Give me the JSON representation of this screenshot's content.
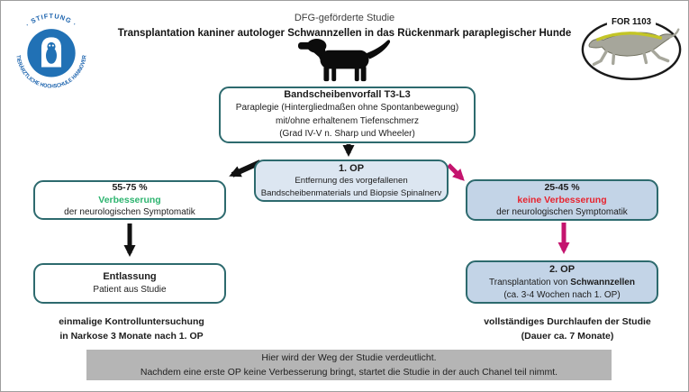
{
  "header": {
    "title_line1": "DFG-geförderte Studie",
    "title_line2": "Transplantation kaniner autologer Schwannzellen in das Rückenmark paraplegischer Hunde",
    "logo_left": {
      "ring_top": "· STIFTUNG ·",
      "ring_bottom": "TIERÄRZTLICHE HOCHSCHULE HANNOVER"
    },
    "logo_right": {
      "label": "FOR 1103"
    }
  },
  "flow": {
    "diagnosis": {
      "title": "Bandscheibenvorfall T3-L3",
      "line1": "Paraplegie (Hintergliedmaßen ohne Spontanbewegung)",
      "line2": "mit/ohne erhaltenem Tiefenschmerz",
      "line3": "(Grad IV-V n. Sharp und Wheeler)"
    },
    "op1": {
      "title": "1. OP",
      "line1": "Entfernung des vorgefallenen",
      "line2": "Bandscheibenmaterials und Biopsie Spinalnerv"
    },
    "improved": {
      "percent": "55-75 %",
      "status": "Verbesserung",
      "line": "der neurologischen Symptomatik"
    },
    "not_improved": {
      "percent": "25-45 %",
      "status": "keine Verbesserung",
      "line": "der neurologischen Symptomatik"
    },
    "discharge": {
      "title": "Entlassung",
      "line": "Patient aus Studie"
    },
    "op2": {
      "title": "2. OP",
      "line1_prefix": "Transplantation von ",
      "line1_bold": "Schwannzellen",
      "line2": "(ca. 3-4 Wochen nach 1. OP)"
    },
    "left_outcome_line1": "einmalige Kontrolluntersuchung",
    "left_outcome_line2": "in Narkose 3 Monate nach 1. OP",
    "right_outcome_line1": "vollständiges Durchlaufen der Studie",
    "right_outcome_line2": "(Dauer ca. 7 Monate)"
  },
  "footer_note": {
    "line1": "Hier wird der Weg der Studie verdeutlicht.",
    "line2": "Nachdem eine erste OP keine Verbesserung bringt, startet die Studie in der auch Chanel teil nimmt."
  },
  "icons": {
    "left_logo": "tiho-university-seal",
    "right_logo": "for1103-greyhound-logo",
    "center": "dachshund-silhouette"
  },
  "colors": {
    "box_border_teal": "#2d6a6e",
    "op1_fill": "#dce6f1",
    "right_branch_fill": "#c3d4e7",
    "improvement_green": "#2db46f",
    "no_improvement_red": "#e8232e",
    "pink_arrow": "#c4146e",
    "black_arrow": "#111111",
    "footer_gray": "#b5b5b5",
    "logo_blue": "#2171b5"
  }
}
